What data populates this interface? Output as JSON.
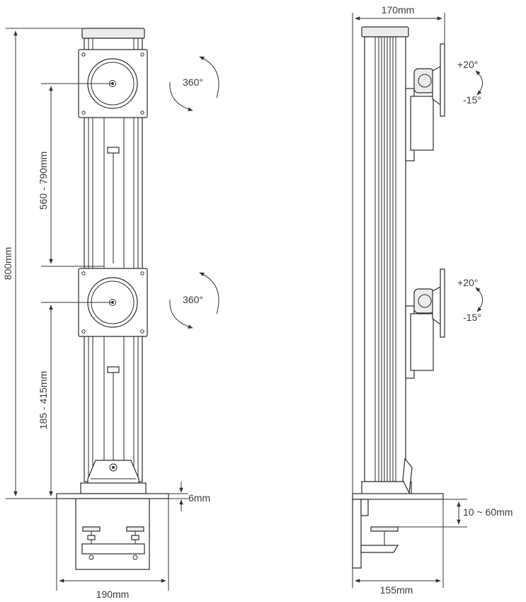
{
  "front_view": {
    "height_overall": "800mm",
    "upper_range": "560 - 790mm",
    "lower_range": "185 - 415mm",
    "rotation_upper": "360°",
    "rotation_lower": "360°",
    "base_gap": "6mm",
    "base_width": "190mm"
  },
  "side_view": {
    "top_width": "170mm",
    "tilt_up_upper": "+20°",
    "tilt_down_upper": "-15°",
    "tilt_up_lower": "+20°",
    "tilt_down_lower": "-15°",
    "clamp_range": "10 ~ 60mm",
    "base_depth": "155mm"
  }
}
